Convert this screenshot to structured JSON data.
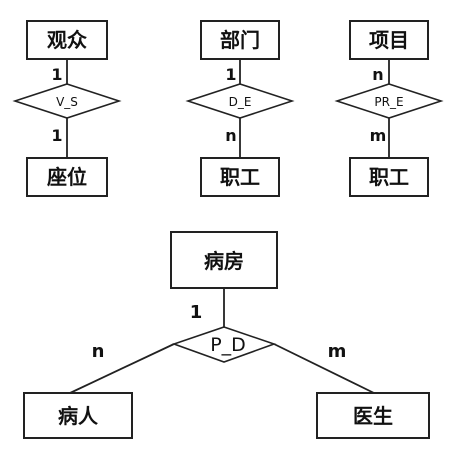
{
  "diagrams": {
    "viewer_seat": {
      "entity_top": "观众",
      "relationship": "V_S",
      "entity_bottom": "座位",
      "card_top": "1",
      "card_bottom": "1"
    },
    "dept_staff": {
      "entity_top": "部门",
      "relationship": "D_E",
      "entity_bottom": "职工",
      "card_top": "1",
      "card_bottom": "n"
    },
    "project_staff": {
      "entity_top": "项目",
      "relationship": "PR_E",
      "entity_bottom": "职工",
      "card_top": "n",
      "card_bottom": "m"
    },
    "ward": {
      "entity_top": "病房",
      "relationship": "P_D",
      "entity_left": "病人",
      "entity_right": "医生",
      "card_top": "1",
      "card_left": "n",
      "card_right": "m"
    }
  },
  "colors": {
    "stroke": "#222222",
    "text": "#111111",
    "background": "#ffffff"
  }
}
